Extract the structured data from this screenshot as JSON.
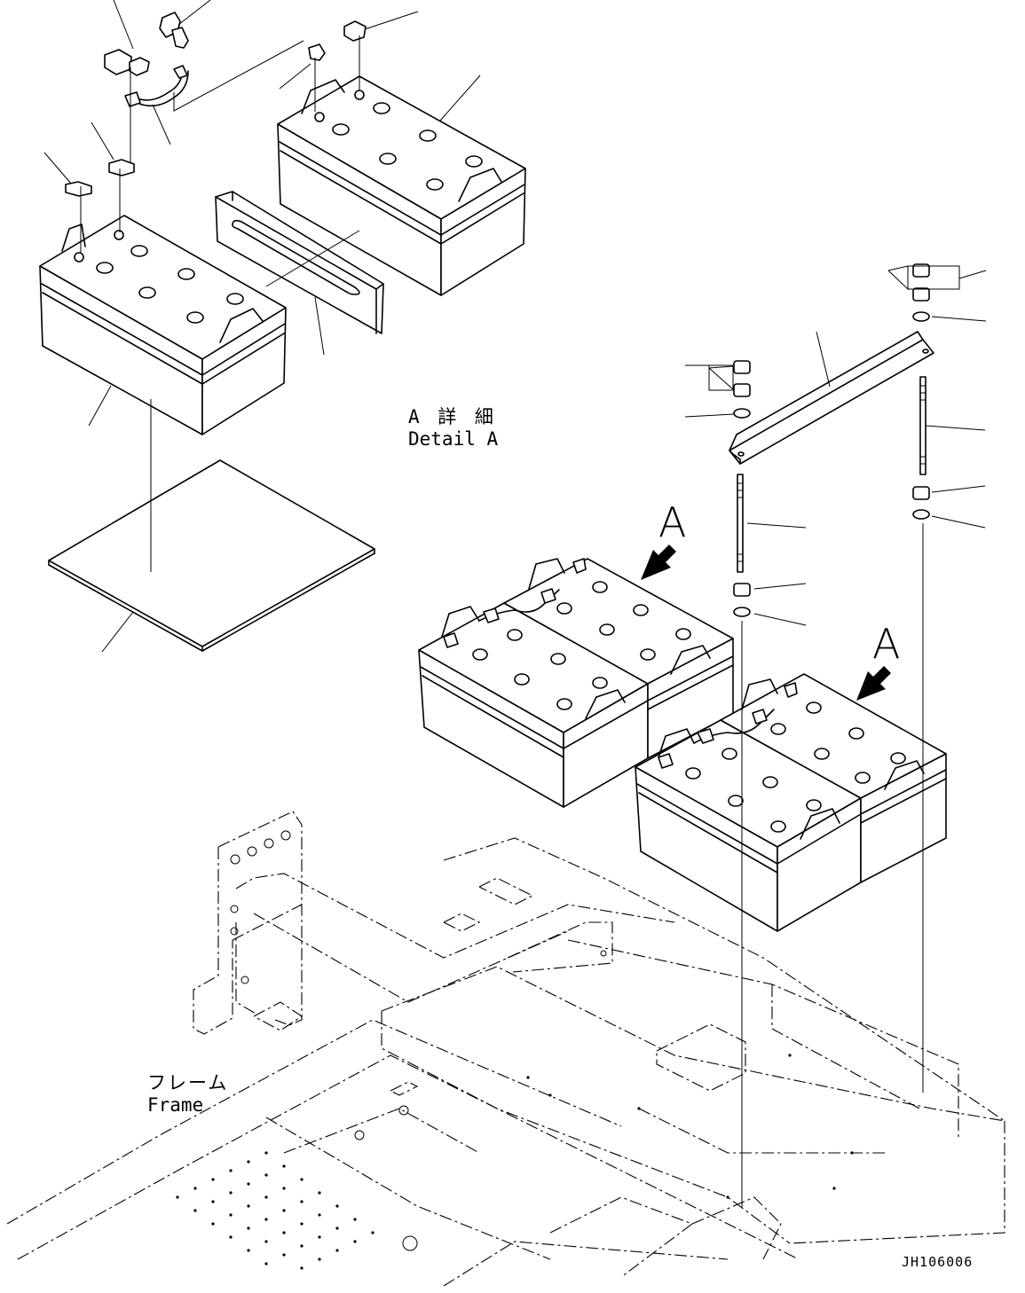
{
  "diagram": {
    "detail_label_jp": "A 詳 細",
    "detail_label_en": "Detail A",
    "frame_label_jp": "フレーム",
    "frame_label_en": "Frame",
    "view_markers": [
      "A",
      "A"
    ],
    "drawing_number": "JH106006"
  }
}
